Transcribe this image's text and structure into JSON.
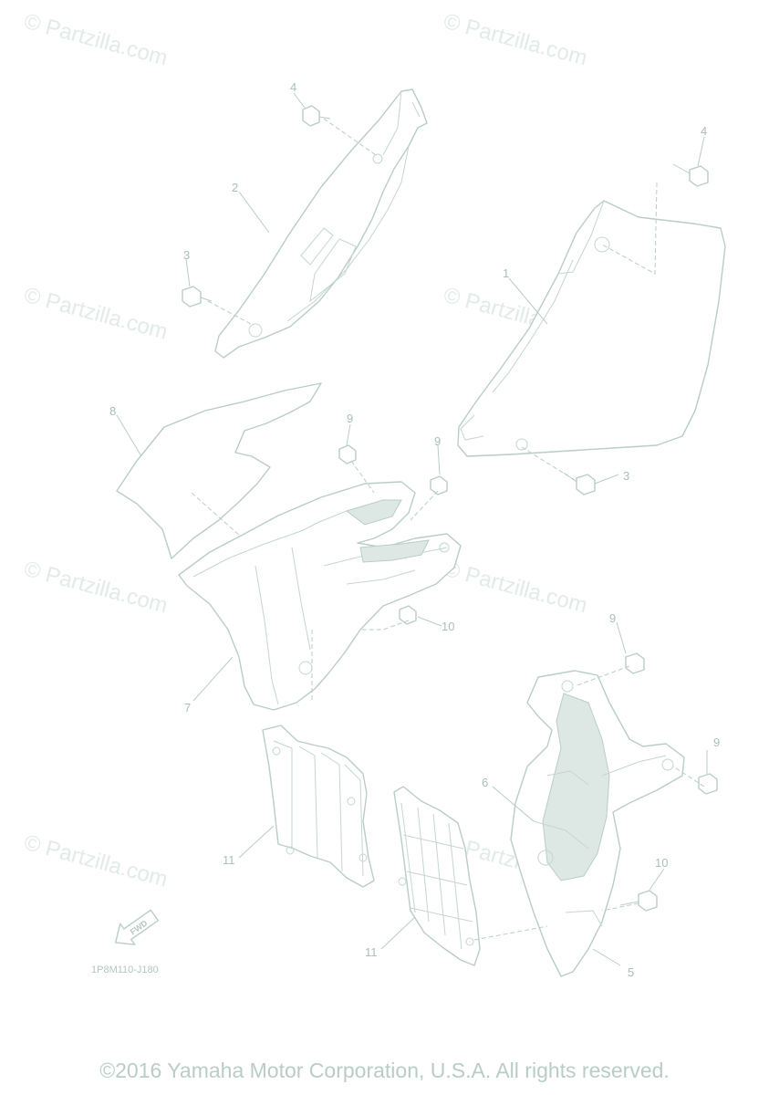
{
  "watermark": "© Partzilla.com",
  "diagram_code": "1P8M110-J180",
  "fwd_label": "FWD",
  "copyright": "©2016 Yamaha Motor Corporation, U.S.A. All rights reserved.",
  "callouts": {
    "c1": "1",
    "c2": "2",
    "c3a": "3",
    "c3b": "3",
    "c4a": "4",
    "c4b": "4",
    "c5": "5",
    "c6": "6",
    "c7": "7",
    "c8": "8",
    "c9a": "9",
    "c9b": "9",
    "c9c": "9",
    "c9d": "9",
    "c10a": "10",
    "c10b": "10",
    "c11a": "11",
    "c11b": "11"
  },
  "colors": {
    "line": "#b9cdc6",
    "watermark": "#e2ebe8"
  }
}
